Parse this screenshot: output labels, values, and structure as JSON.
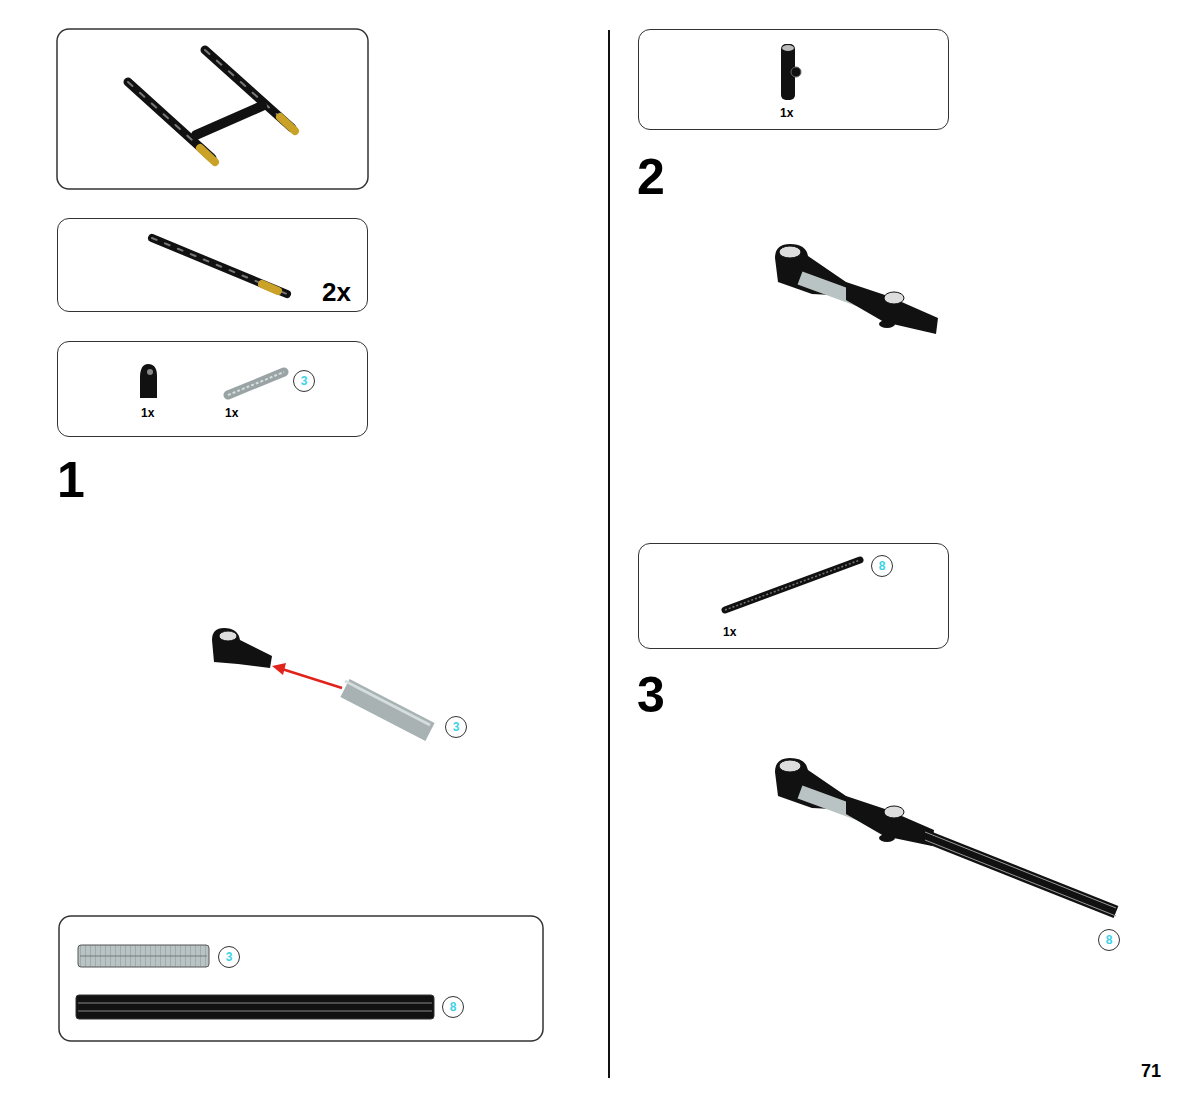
{
  "diagram": {
    "nodes": [
      {
        "text": [
          "2x"
        ]
      },
      {
        "text": [
          "1x",
          "1x"
        ]
      },
      {
        "text": [
          "3"
        ],
        "in": 1
      },
      {
        "text": [
          "3"
        ]
      },
      {
        "text": [
          "3"
        ]
      },
      {
        "text": [
          "8"
        ]
      },
      {
        "text": [
          "1x"
        ]
      },
      {
        "text": [
          "1x"
        ]
      },
      {
        "text": [
          "8"
        ],
        "in": 7
      },
      {
        "text": [
          "8"
        ]
      }
    ],
    "labels": [
      "1",
      "2",
      "3",
      "71"
    ]
  }
}
